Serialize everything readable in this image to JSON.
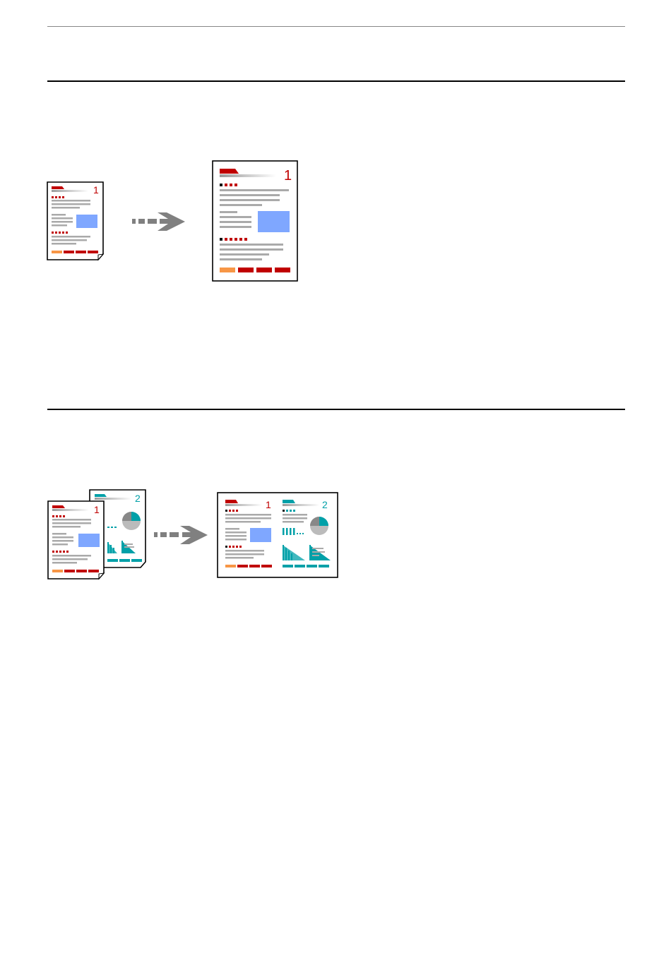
{
  "colors": {
    "red": "#c00000",
    "orange": "#f79646",
    "teal": "#00a0a8",
    "blue": "#7fa7ff",
    "gray": "#aaaaaa",
    "arrow": "#808080"
  },
  "sections": [
    {
      "illustration": {
        "source_pages": [
          {
            "number": "1"
          }
        ],
        "result_pages": [
          {
            "number": "1"
          }
        ],
        "icon": "enlarge-copy-illustration"
      }
    },
    {
      "illustration": {
        "source_pages": [
          {
            "number": "1"
          },
          {
            "number": "2"
          }
        ],
        "result_pages": [
          {
            "number": "1"
          },
          {
            "number": "2"
          }
        ],
        "icon": "2-up-copy-illustration"
      }
    }
  ]
}
